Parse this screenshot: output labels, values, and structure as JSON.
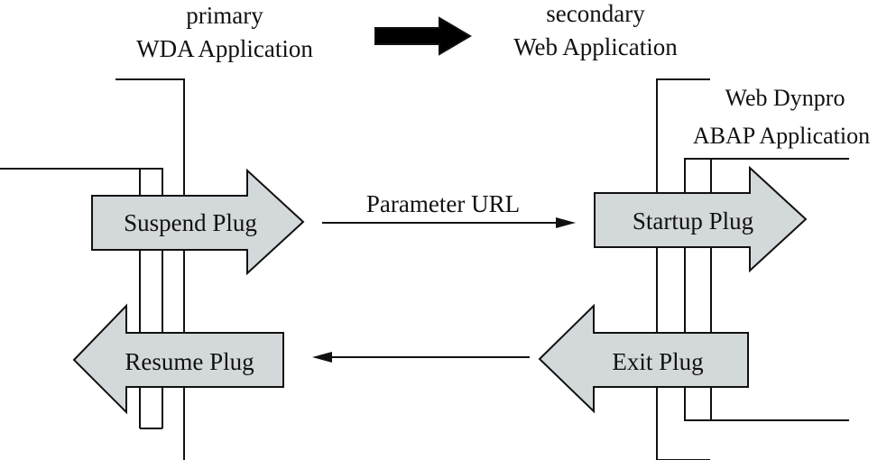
{
  "header": {
    "left_line1": "primary",
    "left_line2": "WDA Application",
    "right_line1": "secondary",
    "right_line2": "Web Application"
  },
  "right_app": {
    "line1": "Web Dynpro",
    "line2": "ABAP Application"
  },
  "plugs": {
    "suspend": "Suspend Plug",
    "resume": "Resume Plug",
    "startup": "Startup Plug",
    "exit": "Exit Plug"
  },
  "connections": {
    "parameter_label": "Parameter URL"
  },
  "colors": {
    "plug_fill": "#d3d8db",
    "stroke": "#111111"
  }
}
